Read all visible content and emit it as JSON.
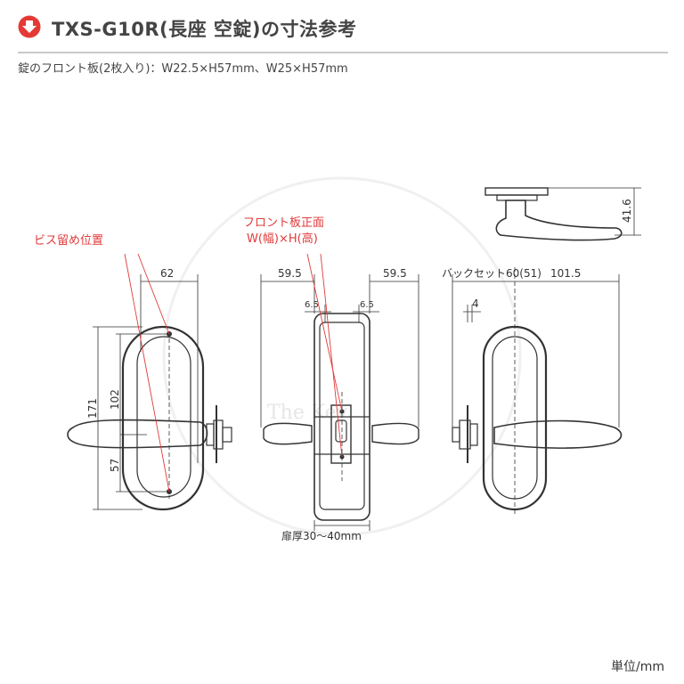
{
  "header": {
    "title": "TXS-G10R(長座 空錠)の寸法参考",
    "icon": "download-arrow-icon",
    "icon_color": "#e53935"
  },
  "subtitle": "錠のフロント板(2枚入り)：W22.5×H57mm、W25×H57mm",
  "annotations": {
    "screw_position": "ビス留め位置",
    "front_plate_line1": "フロント板正面",
    "front_plate_line2": "W(幅)×H(高)",
    "backset": "バックセット60(51)",
    "door_thickness": "扉厚30〜40mm"
  },
  "dimensions": {
    "left_width": "62",
    "left_height_total": "171",
    "left_height_mid": "102",
    "left_height_low": "57",
    "center_left": "59.5",
    "center_right": "59.5",
    "center_small_left": "6.5",
    "center_small_right": "6.5",
    "right_width": "101.5",
    "right_small": "4",
    "top_height": "41.6"
  },
  "watermark": "The Key",
  "unit": "単位/mm",
  "colors": {
    "annotation": "#e03a3a",
    "line": "#333333"
  }
}
